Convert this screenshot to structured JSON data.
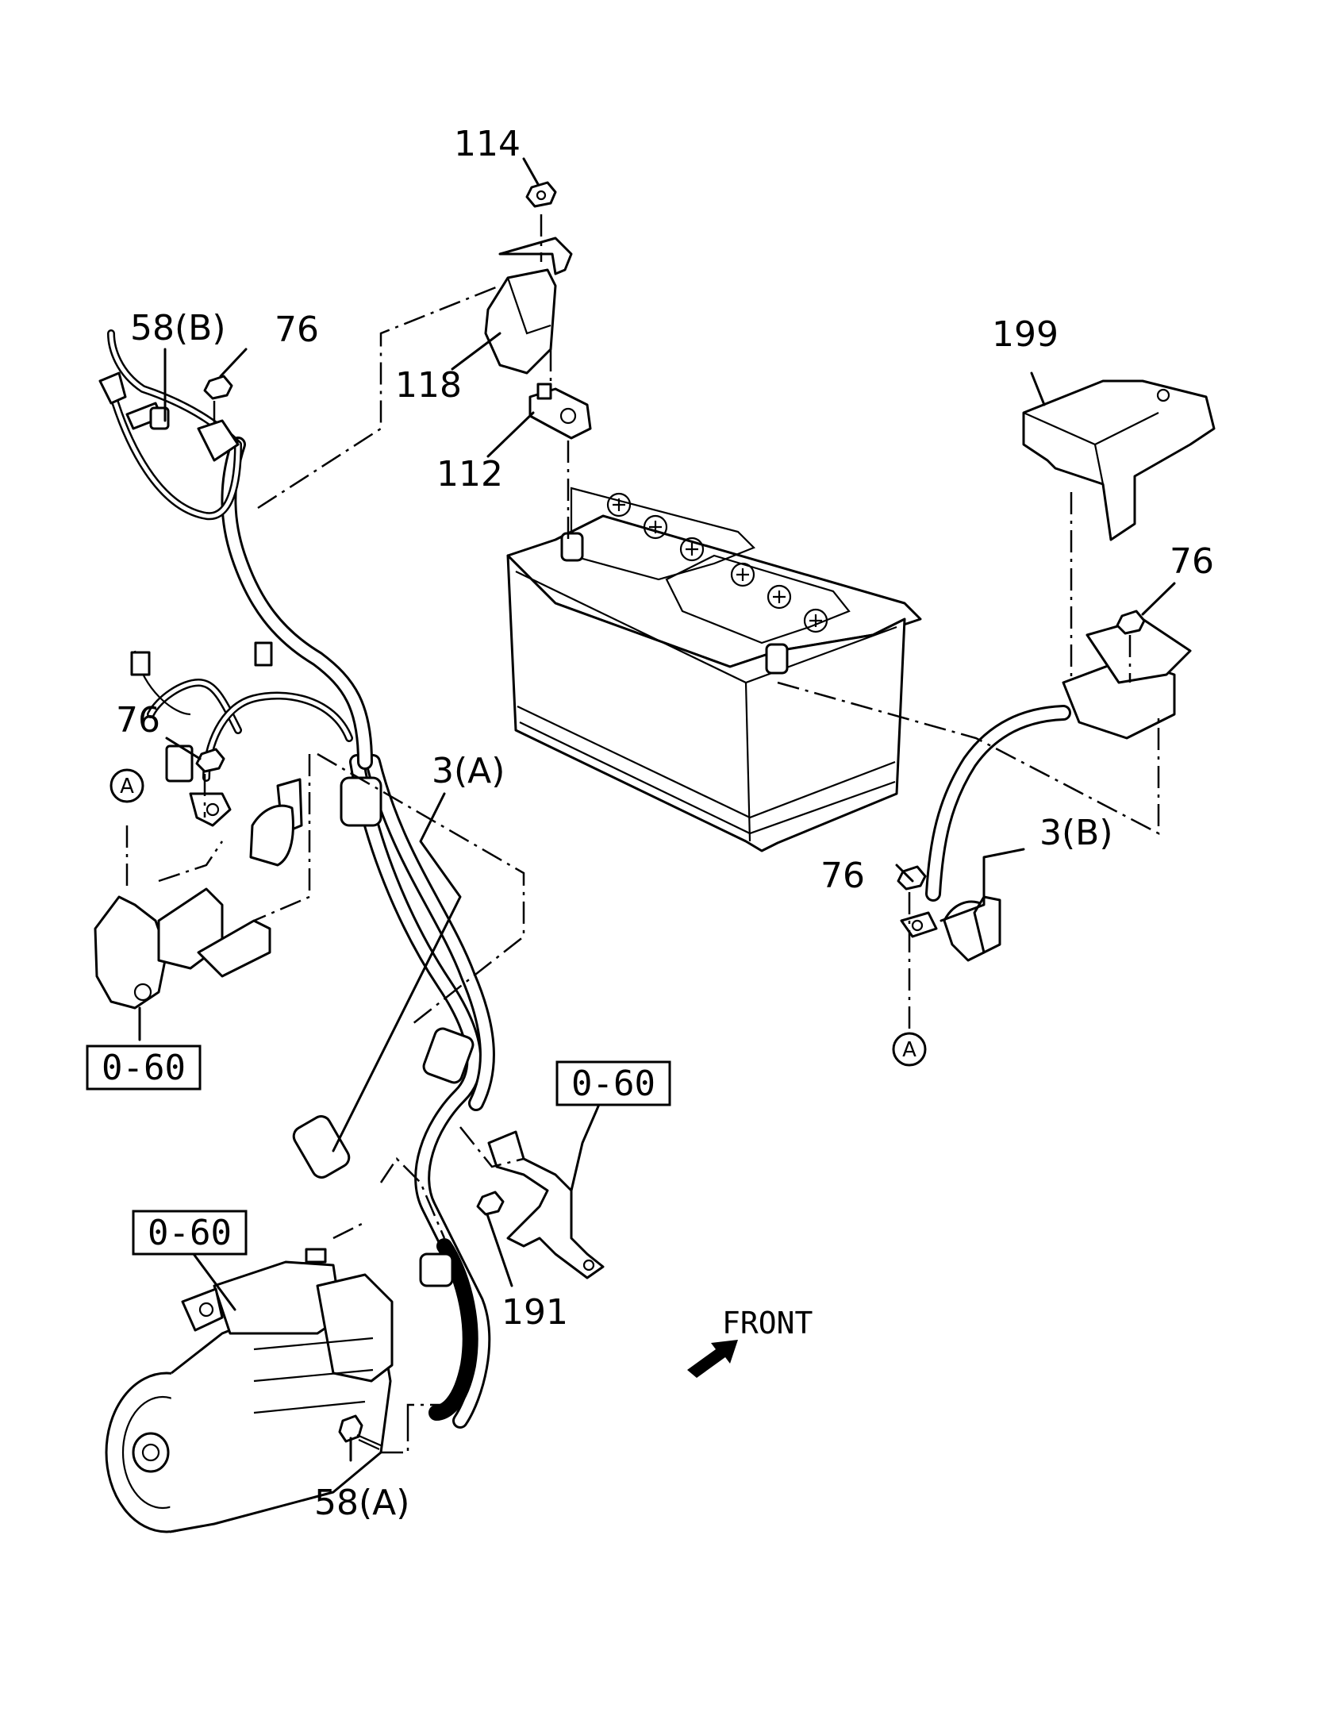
{
  "callouts": {
    "c114": "114",
    "c58b": "58(B)",
    "c76_top": "76",
    "c118": "118",
    "c112": "112",
    "c199": "199",
    "c76_right": "76",
    "c76_left": "76",
    "c3a": "3(A)",
    "c3b": "3(B)",
    "c76_mid": "76",
    "c191": "191",
    "c58a": "58(A)"
  },
  "ref_boxes": {
    "left": "0-60",
    "middle": "0-60",
    "bottom": "0-60"
  },
  "circle_markers": {
    "left": "A",
    "right": "A"
  },
  "front_label": "FRONT"
}
